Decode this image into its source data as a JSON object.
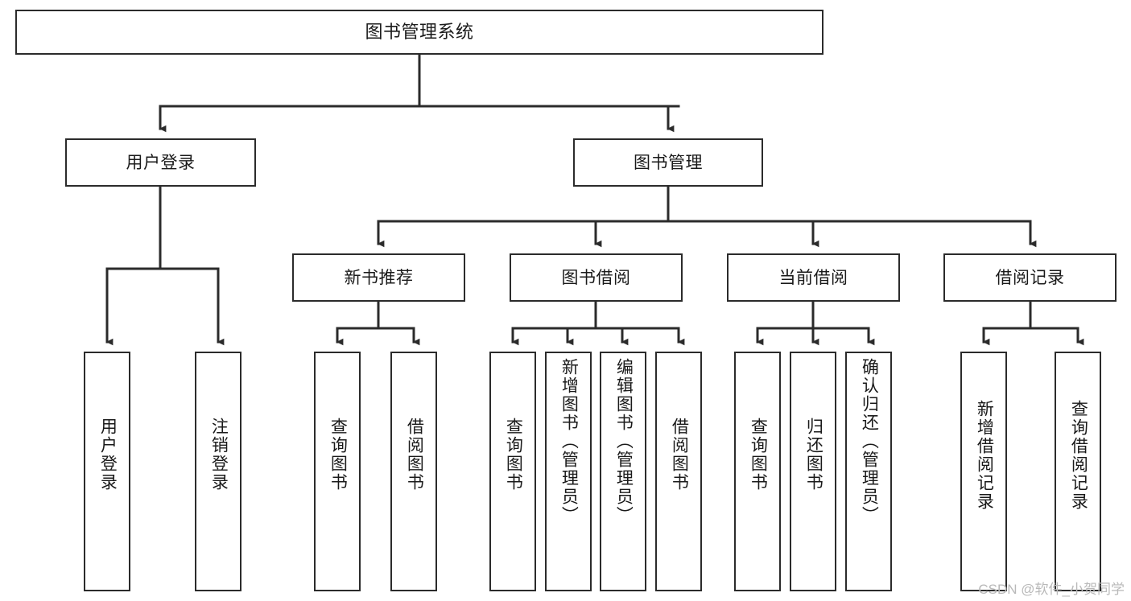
{
  "diagram": {
    "title": "图书管理系统",
    "watermark": "CSDN @软件_小贺同学",
    "colors": {
      "border": "#2b2b2b",
      "background": "#ffffff",
      "text": "#1a1a1a",
      "watermark": "#b9b9b9"
    },
    "nodes": {
      "root": {
        "label": "图书管理系统"
      },
      "level1": [
        {
          "label": "用户登录"
        },
        {
          "label": "图书管理"
        }
      ],
      "level2": [
        {
          "label": "新书推荐"
        },
        {
          "label": "图书借阅"
        },
        {
          "label": "当前借阅"
        },
        {
          "label": "借阅记录"
        }
      ],
      "leaves": {
        "user_login": [
          {
            "label": "用户登录"
          },
          {
            "label": "注销登录"
          }
        ],
        "new_book": [
          {
            "label": "查询图书"
          },
          {
            "label": "借阅图书"
          }
        ],
        "book_borrow": [
          {
            "label": "查询图书"
          },
          {
            "label": "新增图书（管理员）"
          },
          {
            "label": "编辑图书（管理员）"
          },
          {
            "label": "借阅图书"
          }
        ],
        "current_borrow": [
          {
            "label": "查询图书"
          },
          {
            "label": "归还图书"
          },
          {
            "label": "确认归还（管理员）"
          }
        ],
        "borrow_record": [
          {
            "label": "新增借阅记录"
          },
          {
            "label": "查询借阅记录"
          }
        ]
      }
    }
  }
}
